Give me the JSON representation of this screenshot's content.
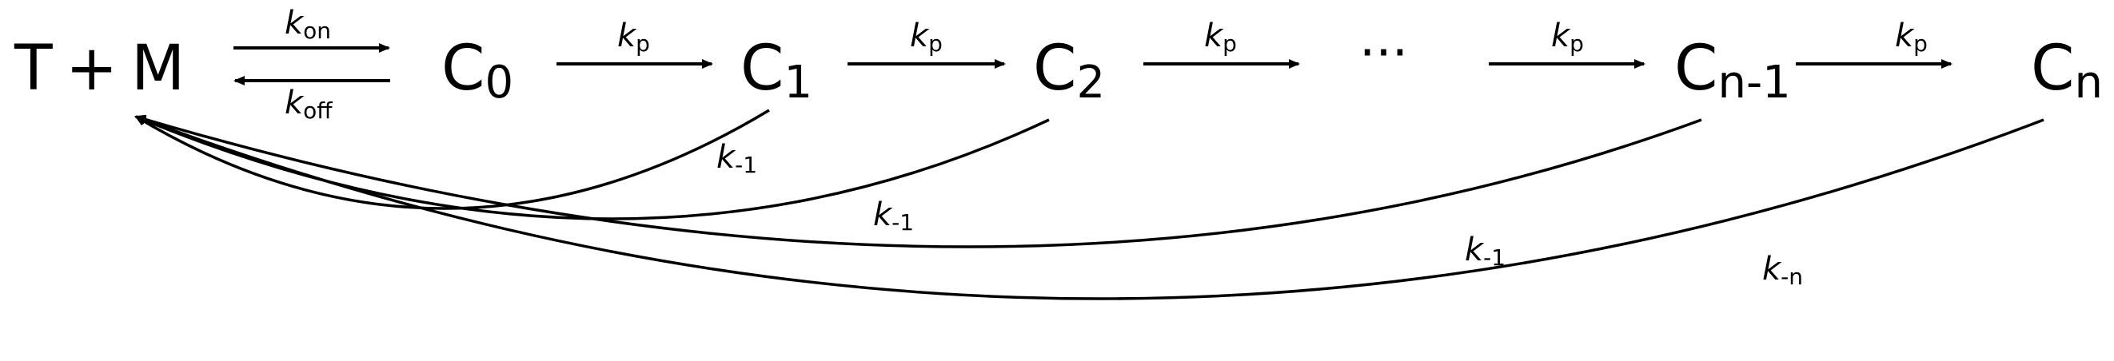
{
  "reactants": {
    "t": "T",
    "plus": "+",
    "m": "M"
  },
  "complexes": [
    {
      "base": "C",
      "sub": "0"
    },
    {
      "base": "C",
      "sub": "1"
    },
    {
      "base": "C",
      "sub": "2"
    },
    {
      "base": "C",
      "sub": "n-1"
    },
    {
      "base": "C",
      "sub": "n"
    }
  ],
  "ellipsis": "···",
  "rates": {
    "kon": {
      "k": "k",
      "sub": "on"
    },
    "koff": {
      "k": "k",
      "sub": "off"
    },
    "kp": {
      "k": "k",
      "sub": "p"
    },
    "km1": {
      "k": "k",
      "sub": "-1"
    },
    "kmn": {
      "k": "k",
      "sub": "-n"
    }
  },
  "colors": {
    "ink": "#000000",
    "background": "#ffffff"
  }
}
